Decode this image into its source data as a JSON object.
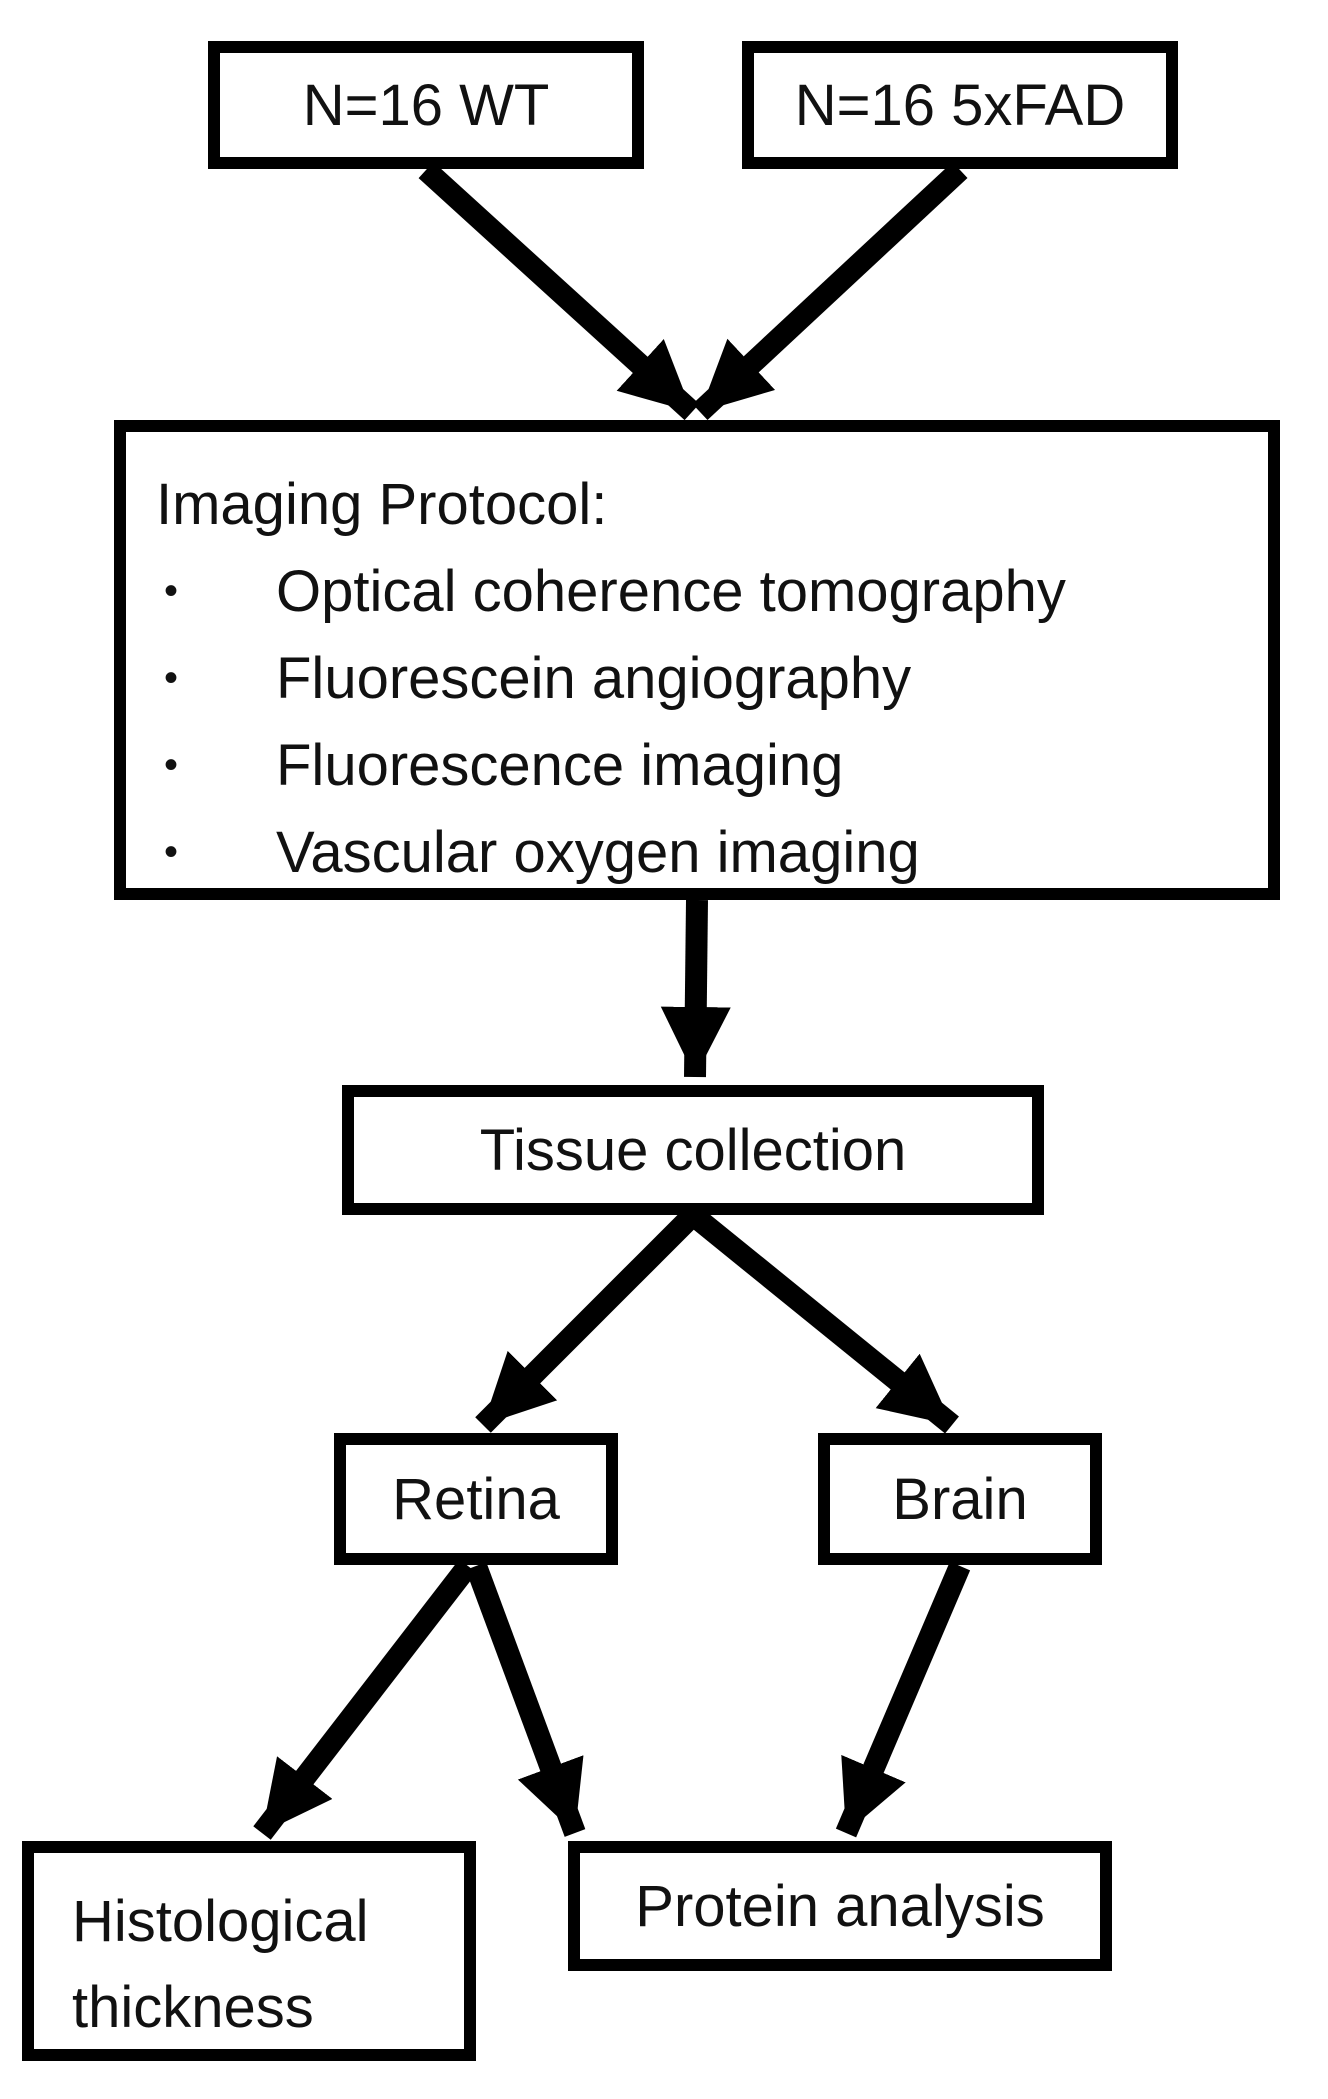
{
  "nodes": {
    "wt": "N=16 WT",
    "fad": "N=16 5xFAD",
    "imaging_title": "Imaging Protocol:",
    "imaging_items": [
      "Optical coherence tomography",
      "Fluorescein angiography",
      "Fluorescence imaging",
      "Vascular oxygen imaging"
    ],
    "bullet": "•",
    "tissue": "Tissue collection",
    "retina": "Retina",
    "brain": "Brain",
    "histo_line1": "Histological",
    "histo_line2": "thickness",
    "protein": "Protein analysis"
  },
  "colors": {
    "line": "#000000",
    "box_fill": "#ffffff",
    "text": "#111111"
  }
}
